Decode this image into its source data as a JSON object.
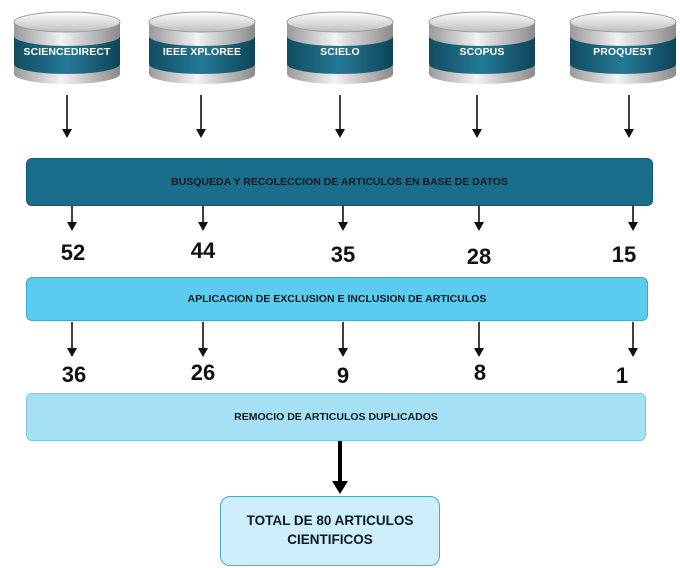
{
  "databases": [
    {
      "label": "SCIENCEDIRECT"
    },
    {
      "label": "IEEE XPLOREE"
    },
    {
      "label": "SCIELO"
    },
    {
      "label": "SCOPUS"
    },
    {
      "label": "PROQUEST"
    }
  ],
  "steps": {
    "search_label": "BUSQUEDA Y RECOLECCION DE ARTICULOS EN BASE DE DATOS",
    "filter_label": "APLICACION DE EXCLUSION E INCLUSION DE ARTICULOS",
    "dedupe_label": "REMOCIO DE ARTICULOS DUPLICADOS"
  },
  "counts_found": [
    "52",
    "44",
    "35",
    "28",
    "15"
  ],
  "counts_filtered": [
    "36",
    "26",
    "9",
    "8",
    "1"
  ],
  "total_label": "TOTAL DE 80 ARTICULOS CIENTIFICOS",
  "colors": {
    "db_body": "#1e6f88",
    "db_cap": "#c8c8c8",
    "bar_dark": "#1a6e8c",
    "bar_mid": "#5bcbf0",
    "bar_light": "#a6e0f4",
    "total_fill": "#cdeefa"
  }
}
